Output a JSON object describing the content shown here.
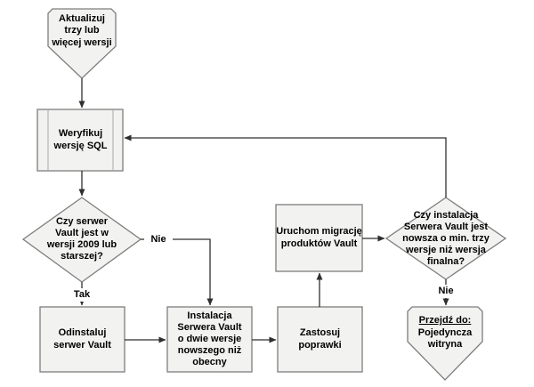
{
  "diagram": {
    "background": "#ffffff",
    "shape_fill": "#f2f2f0",
    "shape_border": "#7d7d7d",
    "connector_color": "#2f2f2f",
    "text_color": "#000000"
  },
  "nodes": {
    "start": {
      "type": "off-page-connector",
      "label": "Aktualizuj\ntrzy lub\nwięcej wersji"
    },
    "verify_sql": {
      "type": "predefined-process",
      "label": "Weryfikuj\nwersję SQL"
    },
    "decision_version": {
      "type": "decision",
      "label": "Czy serwer\nVault jest w\nwersji 2009 lub\nstarszej?"
    },
    "uninstall": {
      "type": "process",
      "label": "Odinstaluj\nserwer Vault"
    },
    "install": {
      "type": "process",
      "label": "Instalacja\nSerwera Vault\no dwie wersje\nnowszego niż\nobecny"
    },
    "apply_patches": {
      "type": "process",
      "label": "Zastosuj\npoprawki"
    },
    "run_migration": {
      "type": "process",
      "label": "Uruchom migrację\nproduktów Vault"
    },
    "decision_final": {
      "type": "decision",
      "label": "Czy instalacja\nSerwera Vault jest\nnowsza o min. trzy\nwersje niż wersja\nfinalna?"
    },
    "goto_single_site": {
      "type": "off-page-connector",
      "title": "Przejdź do:",
      "label": "Pojedyncza\nwitryna"
    }
  },
  "edge_labels": {
    "tak": "Tak",
    "nie_version": "Nie",
    "nie_final": "Nie"
  }
}
